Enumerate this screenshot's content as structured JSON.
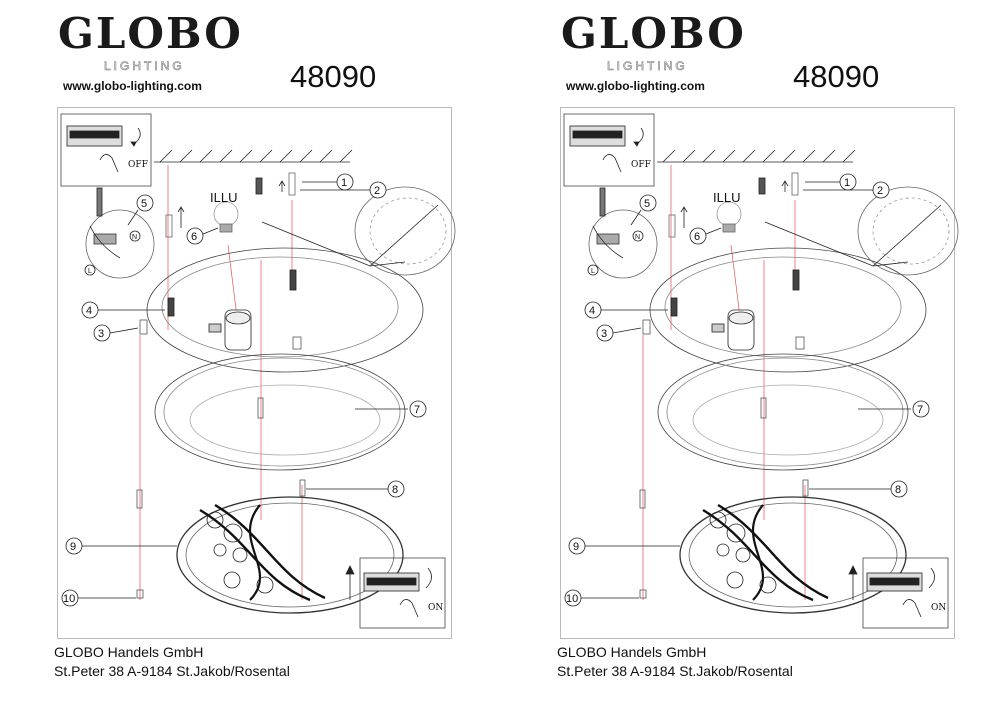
{
  "pages": [
    {
      "logo": "GLOBO",
      "logo_sub": "LIGHTING",
      "url": "www.globo-lighting.com",
      "model": "48090",
      "company": "GLOBO Handels GmbH",
      "address": "St.Peter 38 A-9184 St.Jakob/Rosental",
      "diagram": {
        "off": "OFF",
        "on": "ON",
        "illu": "ILLU",
        "callouts": [
          "1",
          "2",
          "3",
          "4",
          "5",
          "6",
          "7",
          "8",
          "9",
          "10"
        ],
        "terminals": [
          "N",
          "L"
        ]
      }
    },
    {
      "logo": "GLOBO",
      "logo_sub": "LIGHTING",
      "url": "www.globo-lighting.com",
      "model": "48090",
      "company": "GLOBO Handels GmbH",
      "address": "St.Peter 38 A-9184 St.Jakob/Rosental",
      "diagram": {
        "off": "OFF",
        "on": "ON",
        "illu": "ILLU",
        "callouts": [
          "1",
          "2",
          "3",
          "4",
          "5",
          "6",
          "7",
          "8",
          "9",
          "10"
        ],
        "terminals": [
          "N",
          "L"
        ]
      }
    }
  ]
}
